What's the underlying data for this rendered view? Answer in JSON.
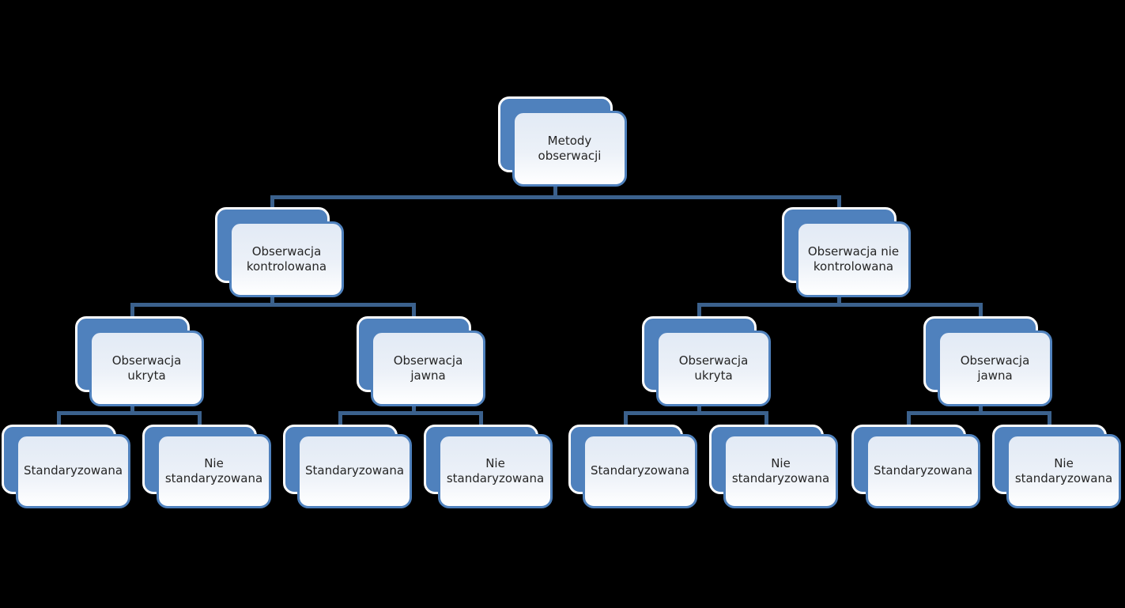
{
  "diagram_type": "hierarchy",
  "colors": {
    "background": "#000000",
    "shape_fill_blue": "#4f81bd",
    "shape_fill_light": "#e2eaf5",
    "shape_border_blue": "#4f81bd",
    "shape_border_white": "#ffffff",
    "connector_blue": "#3B618D",
    "text": "#262626"
  },
  "tree": {
    "root": {
      "label": "Metody obserwacji",
      "children": [
        {
          "label": "Obserwacja kontrolowana",
          "children": [
            {
              "label": "Obserwacja ukryta",
              "children": [
                {
                  "label": "Standaryzowana"
                },
                {
                  "label": "Nie standaryzowana"
                }
              ]
            },
            {
              "label": "Obserwacja jawna",
              "children": [
                {
                  "label": "Standaryzowana"
                },
                {
                  "label": "Nie standaryzowana"
                }
              ]
            }
          ]
        },
        {
          "label": "Obserwacja nie kontrolowana",
          "children": [
            {
              "label": "Obserwacja ukryta",
              "children": [
                {
                  "label": "Standaryzowana"
                },
                {
                  "label": "Nie standaryzowana"
                }
              ]
            },
            {
              "label": "Obserwacja jawna",
              "children": [
                {
                  "label": "Standaryzowana"
                },
                {
                  "label": "Nie standaryzowana"
                }
              ]
            }
          ]
        }
      ]
    }
  }
}
